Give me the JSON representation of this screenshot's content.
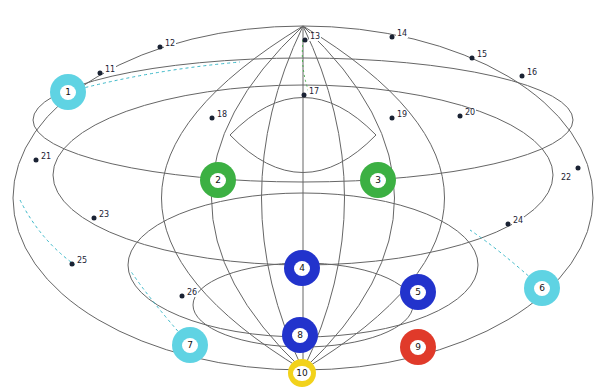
{
  "diagram": {
    "nodes": [
      {
        "text": [
          "1"
        ]
      },
      {
        "text": [
          "2"
        ]
      },
      {
        "text": [
          "3"
        ]
      },
      {
        "text": [
          "4"
        ]
      },
      {
        "text": [
          "5"
        ]
      },
      {
        "text": [
          "6"
        ]
      },
      {
        "text": [
          "7"
        ]
      },
      {
        "text": [
          "8"
        ]
      },
      {
        "text": [
          "9"
        ]
      },
      {
        "text": [
          "10"
        ]
      }
    ],
    "labels": [
      "11",
      "12",
      "13",
      "14",
      "15",
      "16",
      "17",
      "18",
      "19",
      "20",
      "21",
      "22",
      "23",
      "24",
      "25",
      "26"
    ]
  }
}
